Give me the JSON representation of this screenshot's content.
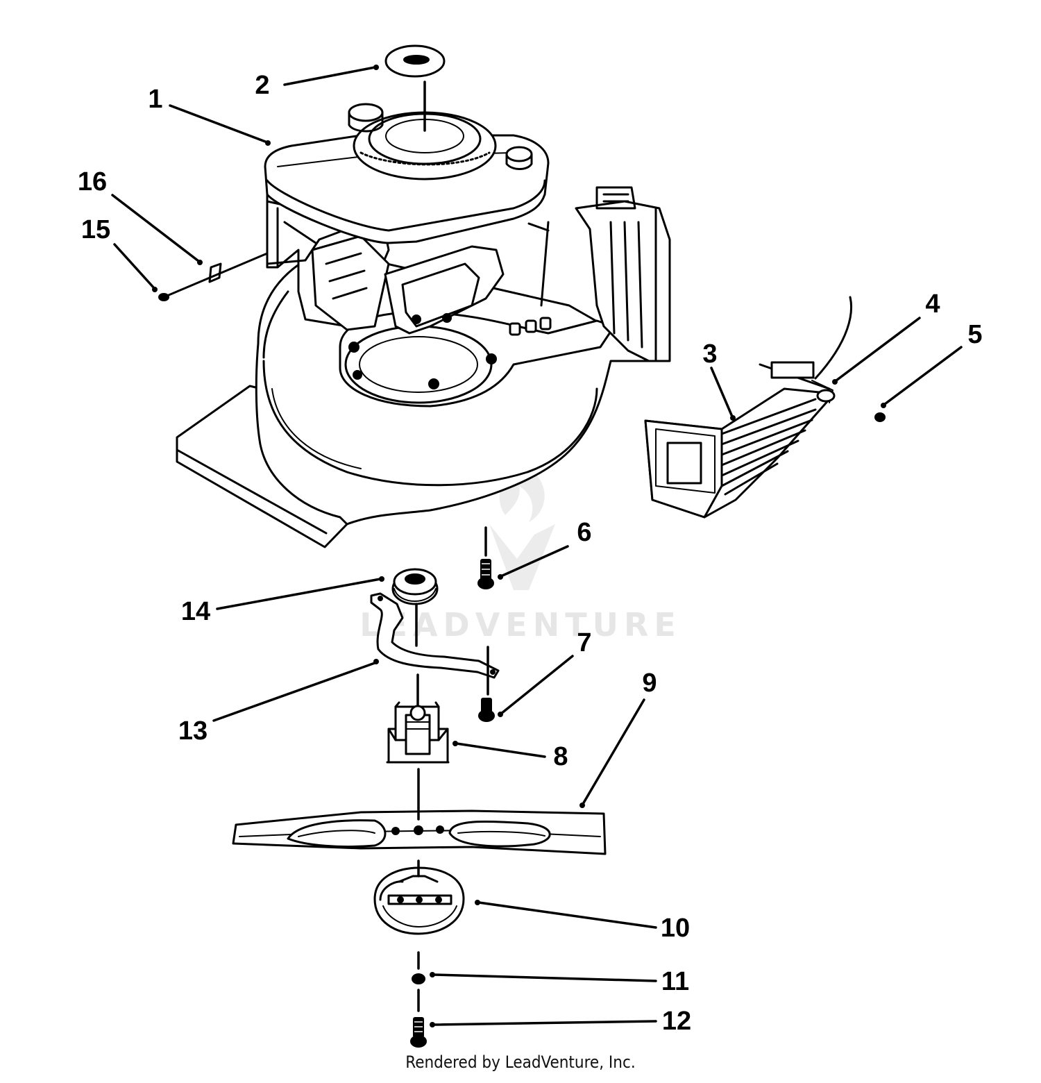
{
  "diagram": {
    "callouts": [
      "1",
      "2",
      "3",
      "4",
      "5",
      "6",
      "7",
      "8",
      "9",
      "10",
      "11",
      "12",
      "13",
      "14",
      "15",
      "16"
    ],
    "watermark": "LEADVENTURE",
    "credit": "Rendered by LeadVenture, Inc."
  }
}
